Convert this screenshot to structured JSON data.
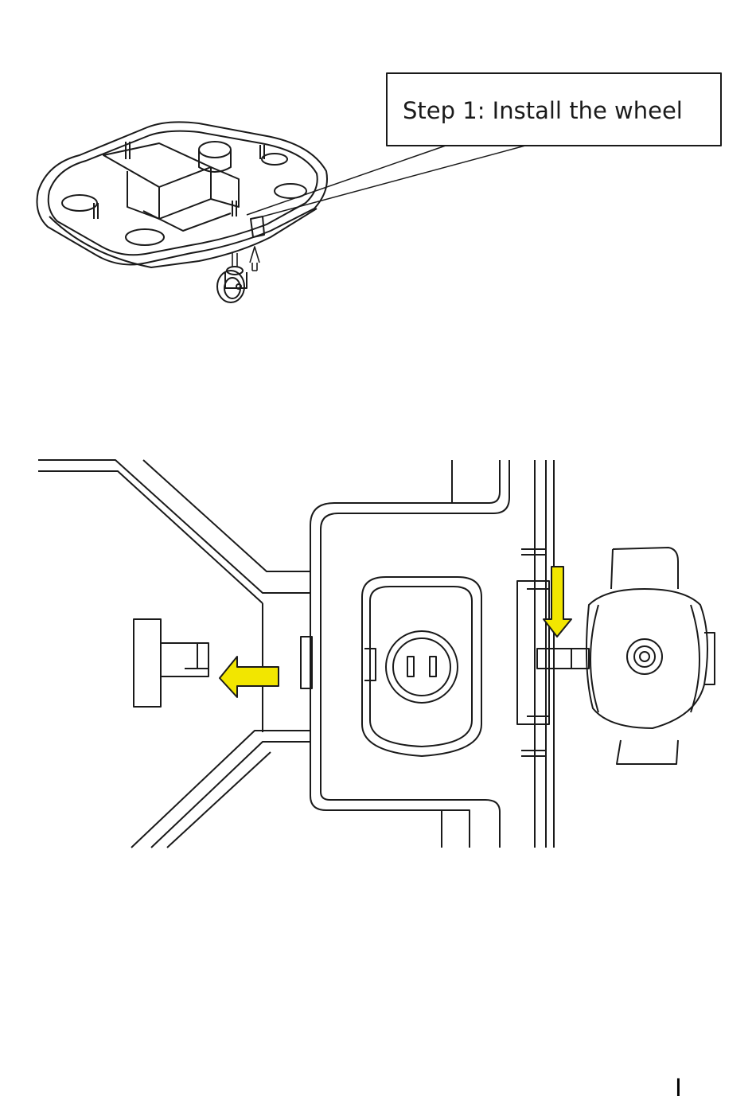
{
  "callout": {
    "text": "Step 1: Install the wheel"
  },
  "footer": {
    "page_number": "I"
  },
  "colors": {
    "arrow": "#f2e600",
    "line": "#1a1a1a"
  },
  "figures": [
    {
      "name": "base-overview-illustration"
    },
    {
      "name": "wheel-slot-detail-illustration"
    }
  ]
}
